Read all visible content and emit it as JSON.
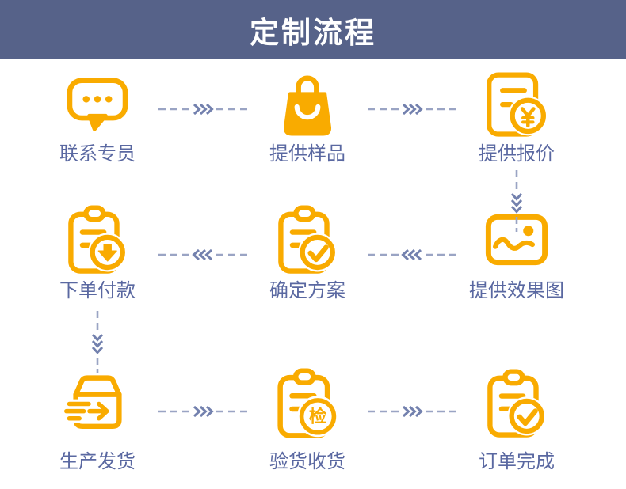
{
  "header": {
    "title": "定制流程"
  },
  "flow": {
    "steps": [
      {
        "id": "contact",
        "label": "联系专员",
        "icon": "chat-bubble-icon"
      },
      {
        "id": "sample",
        "label": "提供样品",
        "icon": "shopping-bag-icon"
      },
      {
        "id": "quote",
        "label": "提供报价",
        "icon": "quotation-yuan-icon"
      },
      {
        "id": "order",
        "label": "下单付款",
        "icon": "order-payment-download-icon"
      },
      {
        "id": "plan",
        "label": "确定方案",
        "icon": "plan-confirm-check-icon"
      },
      {
        "id": "render",
        "label": "提供效果图",
        "icon": "effect-image-icon"
      },
      {
        "id": "ship",
        "label": "生产发货",
        "icon": "shipping-box-icon"
      },
      {
        "id": "inspect",
        "label": "验货收货",
        "icon": "goods-inspection-icon"
      },
      {
        "id": "complete",
        "label": "订单完成",
        "icon": "order-complete-check-icon"
      }
    ],
    "inspect_badge_char": "检",
    "sequence": [
      "联系专员 → 提供样品 → 提供报价 ↓",
      "提供效果图 → 确定方案 → 下单付款 ↓",
      "生产发货 → 验货收货 → 订单完成"
    ],
    "colors": {
      "banner_bg": "#566289",
      "banner_text": "#ffffff",
      "icon": "#F9AB00",
      "label_text": "#5A68A1",
      "arrow_dash": "#9AA4C4",
      "arrow_chevron": "#7381AE"
    }
  }
}
